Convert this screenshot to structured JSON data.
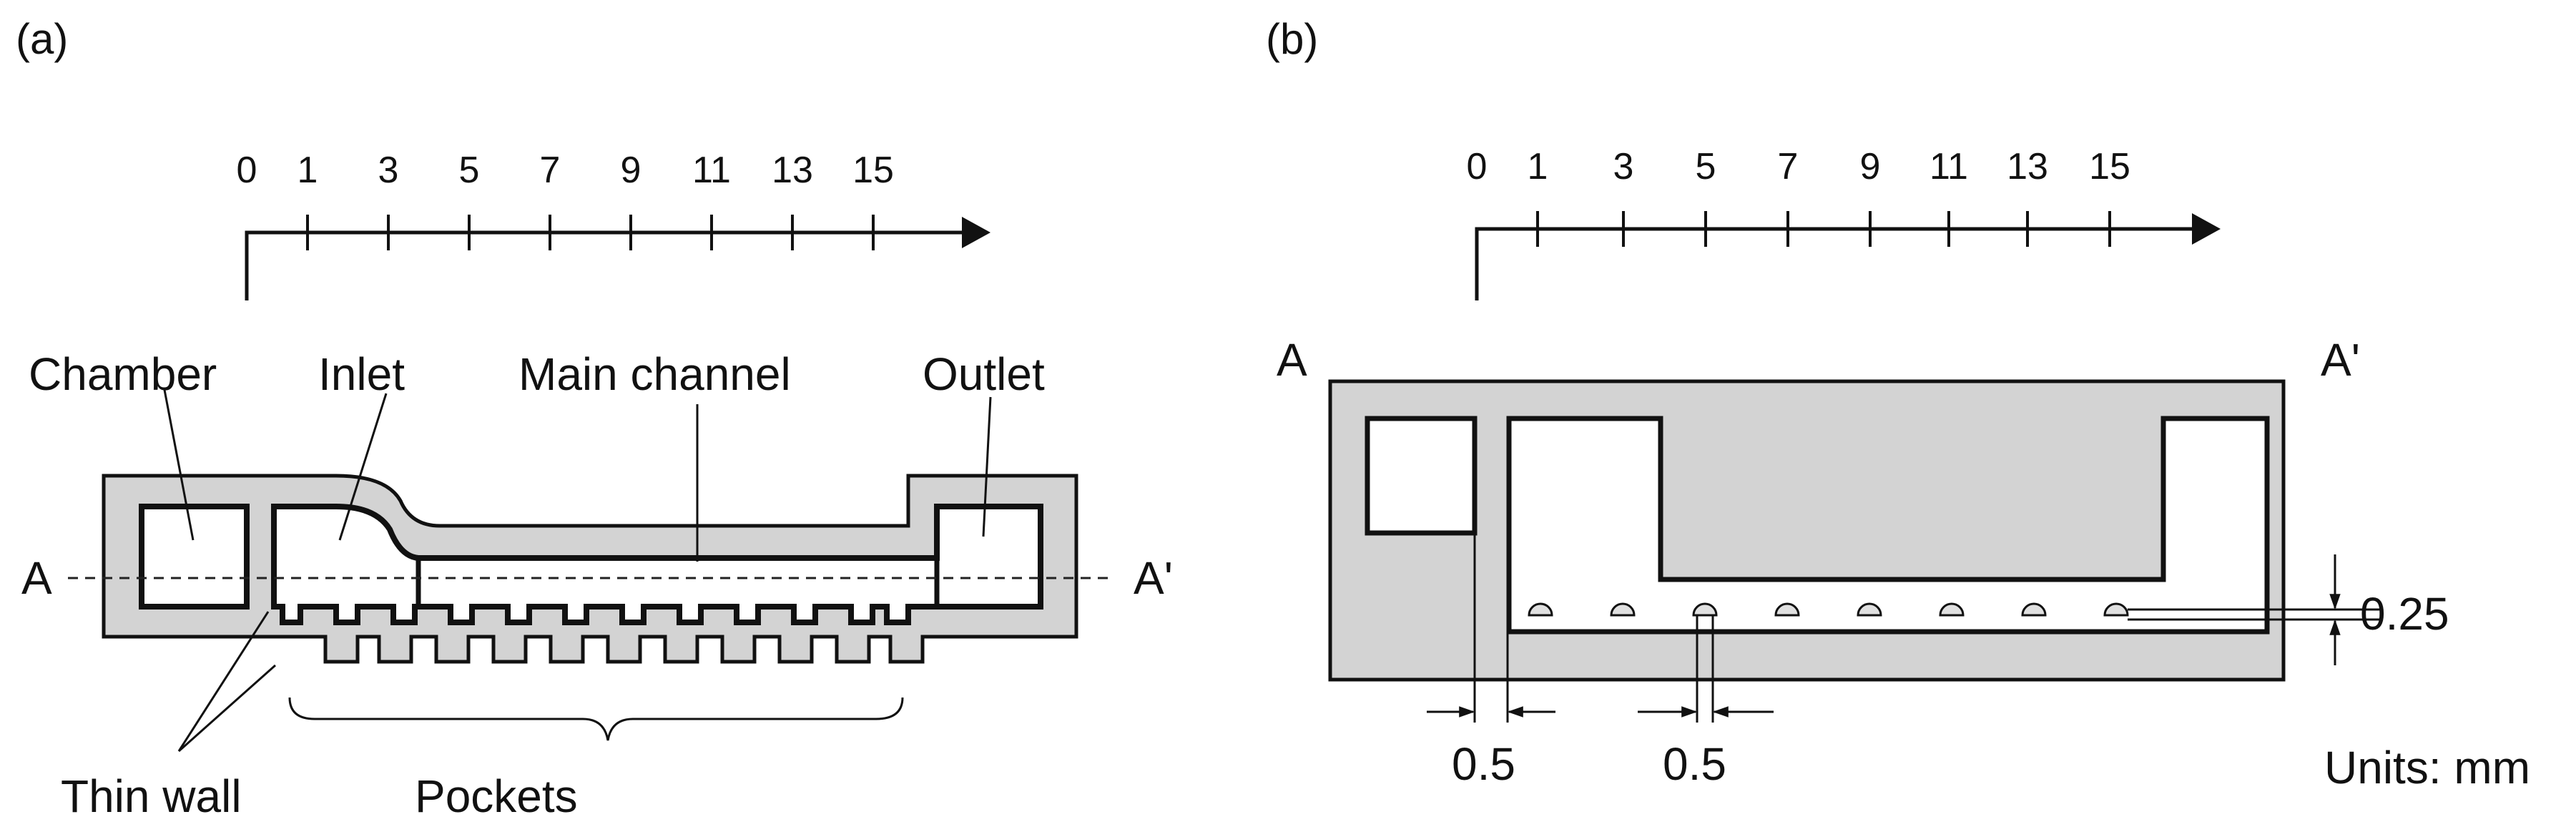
{
  "panel_a": {
    "label": "(a)",
    "axis_ticks": [
      "0",
      "1",
      "3",
      "5",
      "7",
      "9",
      "11",
      "13",
      "15"
    ],
    "labels": {
      "chamber": "Chamber",
      "inlet": "Inlet",
      "main_channel": "Main channel",
      "outlet": "Outlet",
      "section_left": "A",
      "section_right": "A'",
      "thin_wall": "Thin wall",
      "pockets": "Pockets"
    }
  },
  "panel_b": {
    "label": "(b)",
    "axis_ticks": [
      "0",
      "1",
      "3",
      "5",
      "7",
      "9",
      "11",
      "13",
      "15"
    ],
    "labels": {
      "section_left": "A",
      "section_right": "A'",
      "dim_height": "0.25",
      "dim_wall": "0.5",
      "dim_pocket": "0.5",
      "units": "Units: mm"
    }
  },
  "colors": {
    "fill": "#d3d3d3",
    "stroke": "#111111",
    "background": "#ffffff"
  }
}
